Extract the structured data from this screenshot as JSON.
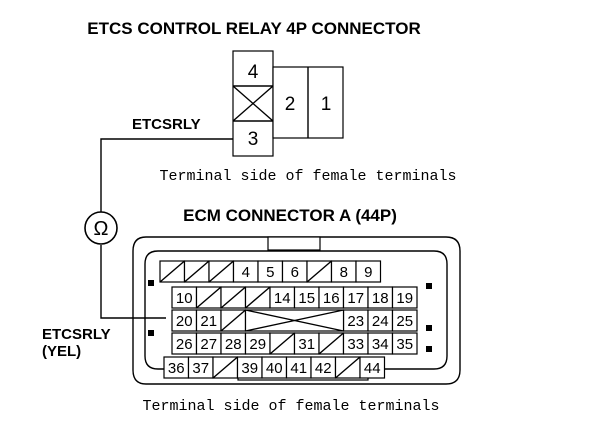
{
  "relay_connector": {
    "title": "ETCS CONTROL RELAY 4P CONNECTOR",
    "pins": {
      "p4": "4",
      "p2": "2",
      "p1": "1",
      "p3": "3"
    },
    "wire_label": "ETCSRLY",
    "caption": "Terminal side of female terminals"
  },
  "ecm_connector": {
    "title": "ECM CONNECTOR A (44P)",
    "wire_label_line1": "ETCSRLY",
    "wire_label_line2": "(YEL)",
    "caption": "Terminal side of female terminals",
    "row1": [
      "",
      "",
      "",
      "4",
      "5",
      "6",
      "",
      "8",
      "9"
    ],
    "row2": [
      "10",
      "",
      "",
      "",
      "14",
      "15",
      "16",
      "17",
      "18",
      "19"
    ],
    "row3": [
      "20",
      "21",
      "",
      "",
      "",
      "",
      "",
      "23",
      "24",
      "25"
    ],
    "row4": [
      "26",
      "27",
      "28",
      "29",
      "",
      "31",
      "",
      "33",
      "34",
      "35"
    ],
    "row5": [
      "36",
      "37",
      "",
      "39",
      "40",
      "41",
      "42",
      "",
      "44"
    ]
  },
  "meter": {
    "symbol": "Ω",
    "icon": "ohmmeter-icon"
  }
}
